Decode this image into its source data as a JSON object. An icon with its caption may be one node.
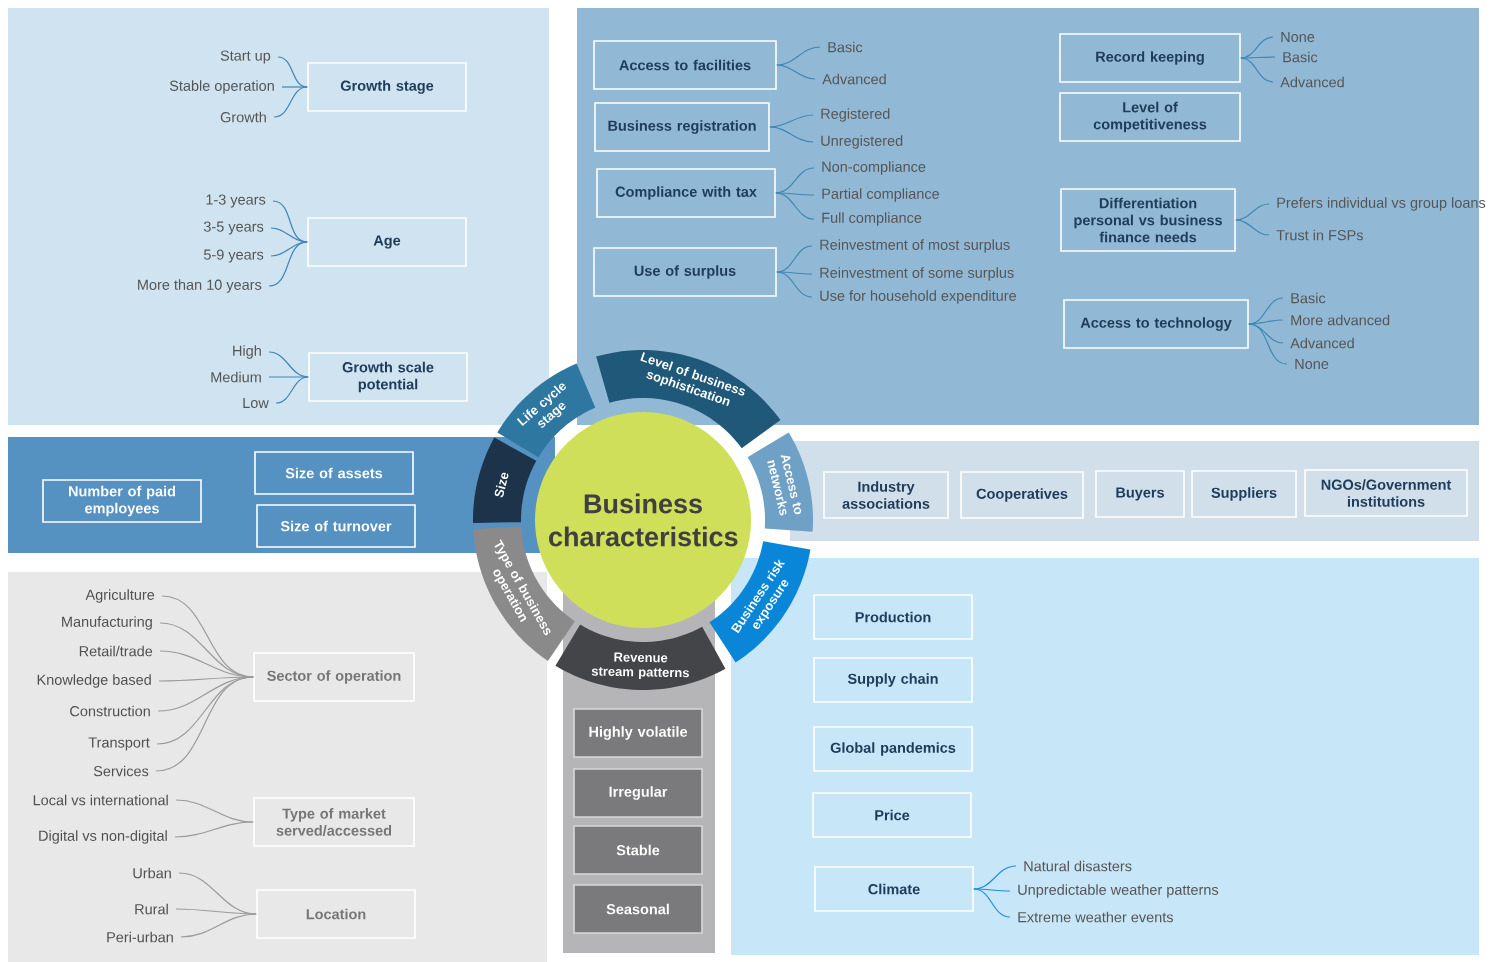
{
  "diagram": {
    "nodes": [
      {
        "text": [
          "Business characteristics"
        ]
      },
      {
        "text": [
          "Life cycle stage"
        ]
      },
      {
        "text": [
          "Level of business sophistication"
        ]
      },
      {
        "text": [
          "Access to networks"
        ]
      },
      {
        "text": [
          "Business risk exposure"
        ]
      },
      {
        "text": [
          "Revenue stream patterns"
        ]
      },
      {
        "text": [
          "Type of business operation"
        ]
      },
      {
        "text": [
          "Size"
        ]
      },
      {
        "text": [
          "Growth stage"
        ]
      },
      {
        "text": [
          "Start up"
        ]
      },
      {
        "text": [
          "Stable operation"
        ]
      },
      {
        "text": [
          "Growth"
        ]
      },
      {
        "text": [
          "Age"
        ]
      },
      {
        "text": [
          "1-3 years"
        ]
      },
      {
        "text": [
          "3-5 years"
        ]
      },
      {
        "text": [
          "5-9 years"
        ]
      },
      {
        "text": [
          "More than 10 years"
        ]
      },
      {
        "text": [
          "Growth scale potential"
        ]
      },
      {
        "text": [
          "High"
        ]
      },
      {
        "text": [
          "Medium"
        ]
      },
      {
        "text": [
          "Low"
        ]
      },
      {
        "text": [
          "Access to facilities"
        ]
      },
      {
        "text": [
          "Basic"
        ]
      },
      {
        "text": [
          "Advanced"
        ]
      },
      {
        "text": [
          "Business registration"
        ]
      },
      {
        "text": [
          "Registered"
        ]
      },
      {
        "text": [
          "Unregistered"
        ]
      },
      {
        "text": [
          "Compliance with tax"
        ]
      },
      {
        "text": [
          "Non-compliance"
        ]
      },
      {
        "text": [
          "Partial compliance"
        ]
      },
      {
        "text": [
          "Full compliance"
        ]
      },
      {
        "text": [
          "Use of surplus"
        ]
      },
      {
        "text": [
          "Reinvestment of most surplus"
        ]
      },
      {
        "text": [
          "Reinvestment of some surplus"
        ]
      },
      {
        "text": [
          "Use for household expenditure"
        ]
      },
      {
        "text": [
          "Record keeping"
        ]
      },
      {
        "text": [
          "None"
        ]
      },
      {
        "text": [
          "Basic"
        ]
      },
      {
        "text": [
          "Advanced"
        ]
      },
      {
        "text": [
          "Level of competitiveness"
        ]
      },
      {
        "text": [
          "Differentiation personal vs business finance needs"
        ]
      },
      {
        "text": [
          "Prefers individual vs group loans"
        ]
      },
      {
        "text": [
          "Trust in FSPs"
        ]
      },
      {
        "text": [
          "Access to technology"
        ]
      },
      {
        "text": [
          "Basic"
        ]
      },
      {
        "text": [
          "More advanced"
        ]
      },
      {
        "text": [
          "Advanced"
        ]
      },
      {
        "text": [
          "None"
        ]
      },
      {
        "text": [
          "Number of paid employees"
        ]
      },
      {
        "text": [
          "Size of assets"
        ]
      },
      {
        "text": [
          "Size of turnover"
        ]
      },
      {
        "text": [
          "Industry associations"
        ]
      },
      {
        "text": [
          "Cooperatives"
        ]
      },
      {
        "text": [
          "Buyers"
        ]
      },
      {
        "text": [
          "Suppliers"
        ]
      },
      {
        "text": [
          "NGOs/Government institutions"
        ]
      },
      {
        "text": [
          "Sector of operation"
        ]
      },
      {
        "text": [
          "Agriculture"
        ]
      },
      {
        "text": [
          "Manufacturing"
        ]
      },
      {
        "text": [
          "Retail/trade"
        ]
      },
      {
        "text": [
          "Knowledge based"
        ]
      },
      {
        "text": [
          "Construction"
        ]
      },
      {
        "text": [
          "Transport"
        ]
      },
      {
        "text": [
          "Services"
        ]
      },
      {
        "text": [
          "Type of market served/accessed"
        ]
      },
      {
        "text": [
          "Local vs international"
        ]
      },
      {
        "text": [
          "Digital vs non-digital"
        ]
      },
      {
        "text": [
          "Location"
        ]
      },
      {
        "text": [
          "Urban"
        ]
      },
      {
        "text": [
          "Rural"
        ]
      },
      {
        "text": [
          "Peri-urban"
        ]
      },
      {
        "text": [
          "Highly volatile"
        ]
      },
      {
        "text": [
          "Irregular"
        ]
      },
      {
        "text": [
          "Stable"
        ]
      },
      {
        "text": [
          "Seasonal"
        ]
      },
      {
        "text": [
          "Production"
        ]
      },
      {
        "text": [
          "Supply chain"
        ]
      },
      {
        "text": [
          "Global pandemics"
        ]
      },
      {
        "text": [
          "Price"
        ]
      },
      {
        "text": [
          "Climate"
        ]
      },
      {
        "text": [
          "Natural disasters"
        ]
      },
      {
        "text": [
          "Unpredictable weather patterns"
        ]
      },
      {
        "text": [
          "Extreme weather events"
        ]
      }
    ],
    "edges": [
      {
        "from": 9,
        "to": 8,
        "arrow": "none"
      },
      {
        "from": 10,
        "to": 8,
        "arrow": "none"
      },
      {
        "from": 11,
        "to": 8,
        "arrow": "none"
      },
      {
        "from": 13,
        "to": 12,
        "arrow": "none"
      },
      {
        "from": 14,
        "to": 12,
        "arrow": "none"
      },
      {
        "from": 15,
        "to": 12,
        "arrow": "none"
      },
      {
        "from": 16,
        "to": 12,
        "arrow": "none"
      },
      {
        "from": 18,
        "to": 17,
        "arrow": "none"
      },
      {
        "from": 19,
        "to": 17,
        "arrow": "none"
      },
      {
        "from": 20,
        "to": 17,
        "arrow": "none"
      },
      {
        "from": 21,
        "to": 22,
        "arrow": "none"
      },
      {
        "from": 21,
        "to": 23,
        "arrow": "none"
      },
      {
        "from": 24,
        "to": 25,
        "arrow": "none"
      },
      {
        "from": 24,
        "to": 26,
        "arrow": "none"
      },
      {
        "from": 27,
        "to": 28,
        "arrow": "none"
      },
      {
        "from": 27,
        "to": 29,
        "arrow": "none"
      },
      {
        "from": 27,
        "to": 30,
        "arrow": "none"
      },
      {
        "from": 31,
        "to": 32,
        "arrow": "none"
      },
      {
        "from": 31,
        "to": 33,
        "arrow": "none"
      },
      {
        "from": 31,
        "to": 34,
        "arrow": "none"
      },
      {
        "from": 35,
        "to": 36,
        "arrow": "none"
      },
      {
        "from": 35,
        "to": 37,
        "arrow": "none"
      },
      {
        "from": 35,
        "to": 38,
        "arrow": "none"
      },
      {
        "from": 40,
        "to": 41,
        "arrow": "none"
      },
      {
        "from": 40,
        "to": 42,
        "arrow": "none"
      },
      {
        "from": 43,
        "to": 44,
        "arrow": "none"
      },
      {
        "from": 43,
        "to": 45,
        "arrow": "none"
      },
      {
        "from": 43,
        "to": 46,
        "arrow": "none"
      },
      {
        "from": 43,
        "to": 47,
        "arrow": "none"
      },
      {
        "from": 57,
        "to": 56,
        "arrow": "none",
        "color": "#9a9a9a"
      },
      {
        "from": 58,
        "to": 56,
        "arrow": "none",
        "color": "#9a9a9a"
      },
      {
        "from": 59,
        "to": 56,
        "arrow": "none",
        "color": "#9a9a9a"
      },
      {
        "from": 60,
        "to": 56,
        "arrow": "none",
        "color": "#9a9a9a"
      },
      {
        "from": 61,
        "to": 56,
        "arrow": "none",
        "color": "#9a9a9a"
      },
      {
        "from": 62,
        "to": 56,
        "arrow": "none",
        "color": "#9a9a9a"
      },
      {
        "from": 63,
        "to": 56,
        "arrow": "none",
        "color": "#9a9a9a"
      },
      {
        "from": 65,
        "to": 64,
        "arrow": "none",
        "color": "#9a9a9a"
      },
      {
        "from": 66,
        "to": 64,
        "arrow": "none",
        "color": "#9a9a9a"
      },
      {
        "from": 68,
        "to": 67,
        "arrow": "none",
        "color": "#9a9a9a"
      },
      {
        "from": 69,
        "to": 67,
        "arrow": "none",
        "color": "#9a9a9a"
      },
      {
        "from": 70,
        "to": 67,
        "arrow": "none",
        "color": "#9a9a9a"
      },
      {
        "from": 79,
        "to": 80,
        "arrow": "none",
        "color": "#1e8fe0"
      },
      {
        "from": 79,
        "to": 81,
        "arrow": "none",
        "color": "#1e8fe0"
      },
      {
        "from": 79,
        "to": 82,
        "arrow": "none",
        "color": "#1e8fe0"
      }
    ]
  }
}
